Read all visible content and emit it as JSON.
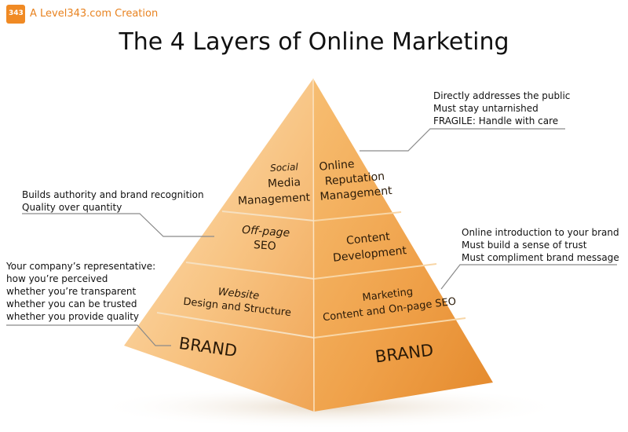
{
  "header": {
    "logo_text": "343",
    "credit": "A Level343.com Creation",
    "title": "The 4 Layers of Online Marketing"
  },
  "pyramid": {
    "left_face": {
      "social": [
        "Social",
        "Media",
        "Management"
      ],
      "offpage": [
        "Off-page",
        "SEO"
      ],
      "website": [
        "Website",
        "Design and Structure"
      ],
      "brand": "BRAND"
    },
    "right_face": {
      "reputation": [
        "Online",
        "Reputation",
        "Management"
      ],
      "content": [
        "Content",
        "Development"
      ],
      "marketing": [
        "Marketing",
        "Content and On-page SEO"
      ],
      "brand": "BRAND"
    }
  },
  "notes": {
    "top_right": [
      "Directly addresses the public",
      "Must stay untarnished",
      "FRAGILE: Handle with care"
    ],
    "middle_left": [
      "Builds authority and brand recognition",
      "Quality over quantity"
    ],
    "middle_right": [
      "Online introduction to your brand",
      "Must build a sense of trust",
      "Must compliment brand message"
    ],
    "bottom_left": [
      "Your company’s representative:",
      "how you’re perceived",
      "whether you’re transparent",
      "whether you can be trusted",
      "whether you provide quality"
    ]
  },
  "colors": {
    "accent": "#e8821f",
    "left_face_light": "#fbd29a",
    "left_face_dark": "#f2aa5a",
    "right_face_light": "#f6b766",
    "right_face_dark": "#e58a2c",
    "leader_line": "#8a8a8a"
  }
}
